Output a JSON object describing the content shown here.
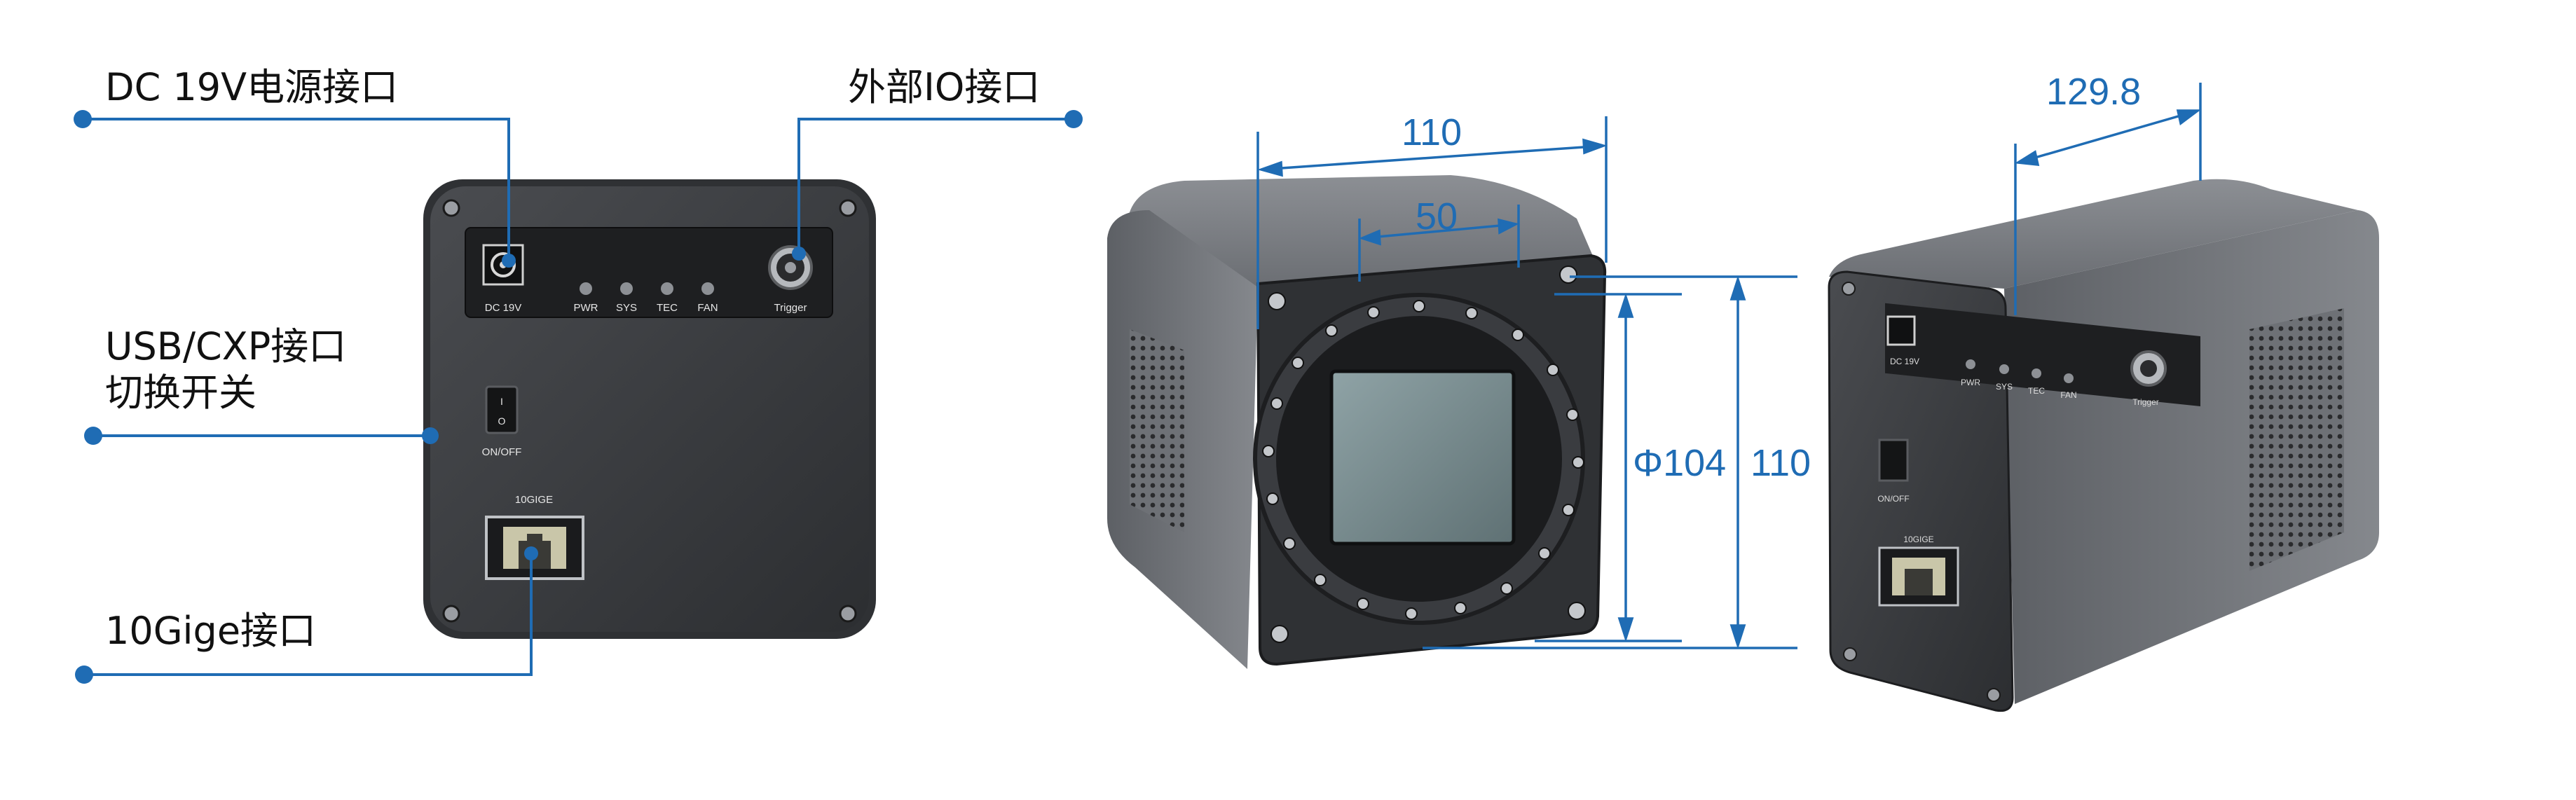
{
  "callouts": {
    "dc_power": "DC 19V电源接口",
    "external_io": "外部IO接口",
    "usb_cxp_switch": "USB/CXP接口\n切换开关",
    "gige_port": "10Gige接口"
  },
  "panel": {
    "dc": "DC 19V",
    "leds": [
      "PWR",
      "SYS",
      "TEC",
      "FAN"
    ],
    "trigger": "Trigger",
    "switch": "ON/OFF",
    "switch_on": "I",
    "switch_off": "O",
    "gige": "10GIGE"
  },
  "dimensions": {
    "width_front": "110",
    "mount_spacing": "50",
    "diameter": "Φ104",
    "height": "110",
    "depth": "129.8"
  },
  "colors": {
    "dimension_blue": "#1f6cb4",
    "body_dark": "#3a3c40",
    "body_gray": "#6f7277",
    "text": "#111111"
  }
}
